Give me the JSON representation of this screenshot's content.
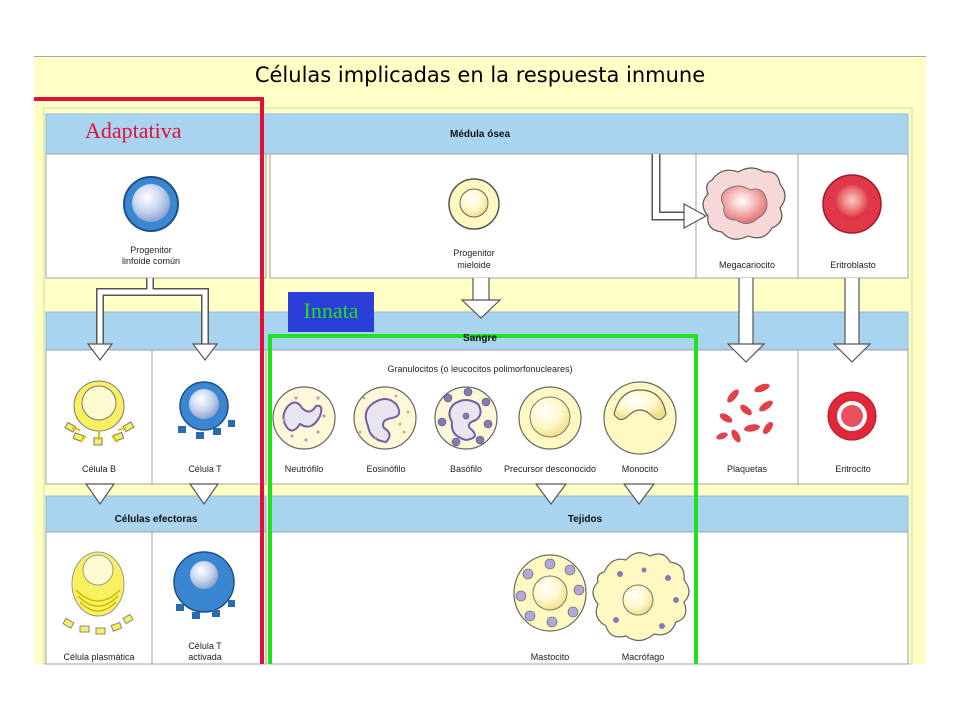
{
  "slide": {
    "title": "Células implicadas en la respuesta inmune",
    "tags": {
      "adaptive": "Adaptativa",
      "innate": "Innata"
    }
  },
  "diagram": {
    "headers": {
      "bone_marrow": "Médula ósea",
      "blood": "Sangre",
      "effector_cells": "Células efectoras",
      "tissues": "Tejidos"
    },
    "progenitors": {
      "lymphoid": [
        "Progenitor",
        "linfoide común"
      ],
      "myeloid": [
        "Progenitor",
        "mieloide"
      ]
    },
    "marrow_cells": {
      "megakaryocyte": "Megacariocito",
      "erythroblast": "Eritroblasto"
    },
    "granulocytes_label": "Granulocitos (o leucocitos polimorfonucleares)",
    "blood_cells": {
      "b_cell": "Célula B",
      "t_cell": "Célula T",
      "neutrophil": "Neutrófilo",
      "eosinophil": "Eosinófilo",
      "basophil": "Basófilo",
      "unknown_precursor": "Precursor desconocido",
      "monocyte": "Monocito",
      "platelets": "Plaquetas",
      "erythrocyte": "Eritrocito"
    },
    "effector_cells": {
      "plasma_cell": "Célula plasmática",
      "activated_t_cell": [
        "Célula T",
        "activada"
      ]
    },
    "tissue_cells": {
      "mast_cell": "Mastocito",
      "macrophage": "Macrófago"
    }
  },
  "colors": {
    "title_band": "#ffffc6",
    "diagram_bg": "#ffffc6",
    "header_bar": "#a8d4f0",
    "adaptive_frame": "#e0103a",
    "innate_frame": "#20e020",
    "innate_tag_bg": "#2a3fd8",
    "lymphoid_blue": "#3a86d0",
    "b_cell_yellow": "#f8f060",
    "erythro_red": "#e03040"
  }
}
